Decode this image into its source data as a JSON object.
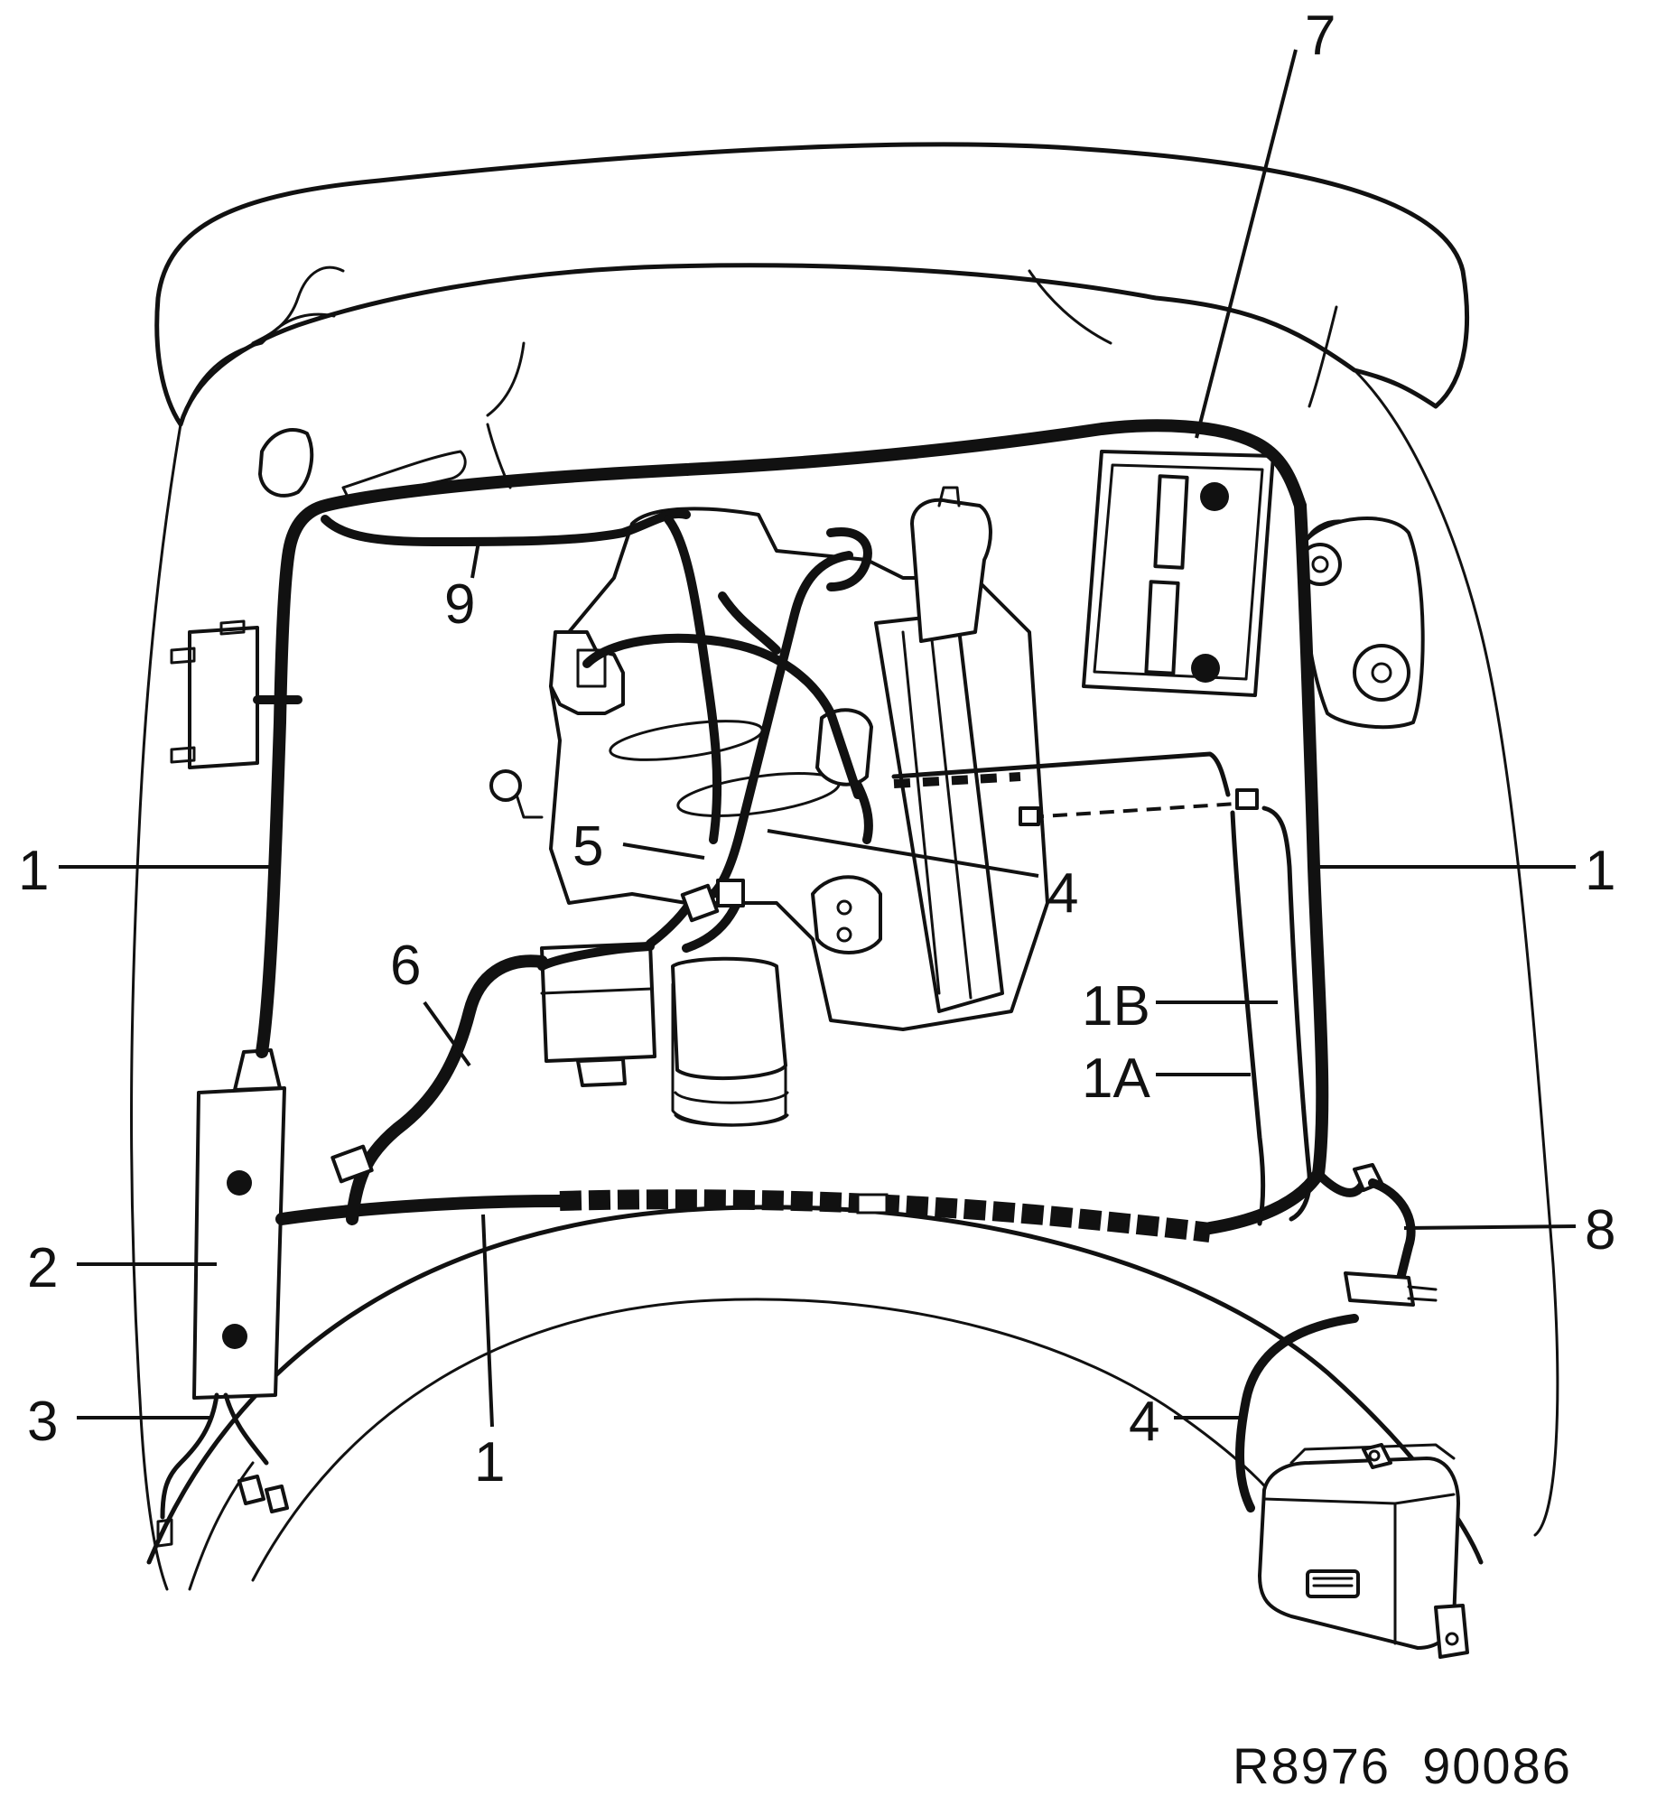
{
  "callouts": {
    "c7": "7",
    "c9": "9",
    "c5": "5",
    "c4_engine": "4",
    "c1_left": "1",
    "c1_right": "1",
    "c6": "6",
    "c1b": "1B",
    "c1a": "1A",
    "c8": "8",
    "c2": "2",
    "c3": "3",
    "c1_bottom": "1",
    "c4_module": "4"
  },
  "reference_code": "R8976  90086"
}
